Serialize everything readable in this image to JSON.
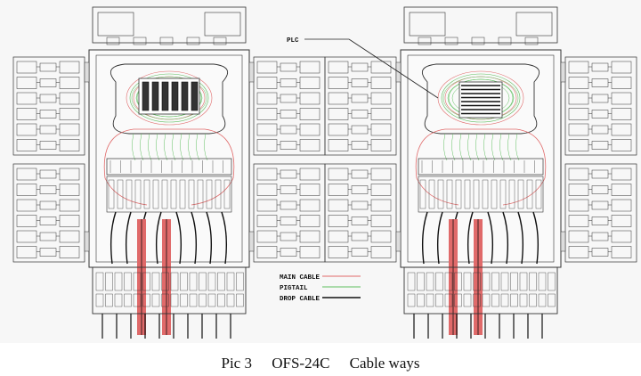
{
  "diagram": {
    "callout_label": "PLC",
    "legend": [
      {
        "label": "MAIN CABLE",
        "color": "#e06a6a"
      },
      {
        "label": "PIGTAIL",
        "color": "#5fbf5f"
      },
      {
        "label": "DROP CABLE",
        "color": "#111111"
      }
    ]
  },
  "caption": {
    "pic": "Pic 3",
    "model": "OFS-24C",
    "title": "Cable ways"
  },
  "colors": {
    "main_cable": "#e06a6a",
    "pigtail": "#5fbf5f",
    "drop_cable": "#111111",
    "outline": "#333333"
  },
  "icons": [
    "fiber-distribution-box",
    "splice-tray",
    "plc-splitter"
  ]
}
